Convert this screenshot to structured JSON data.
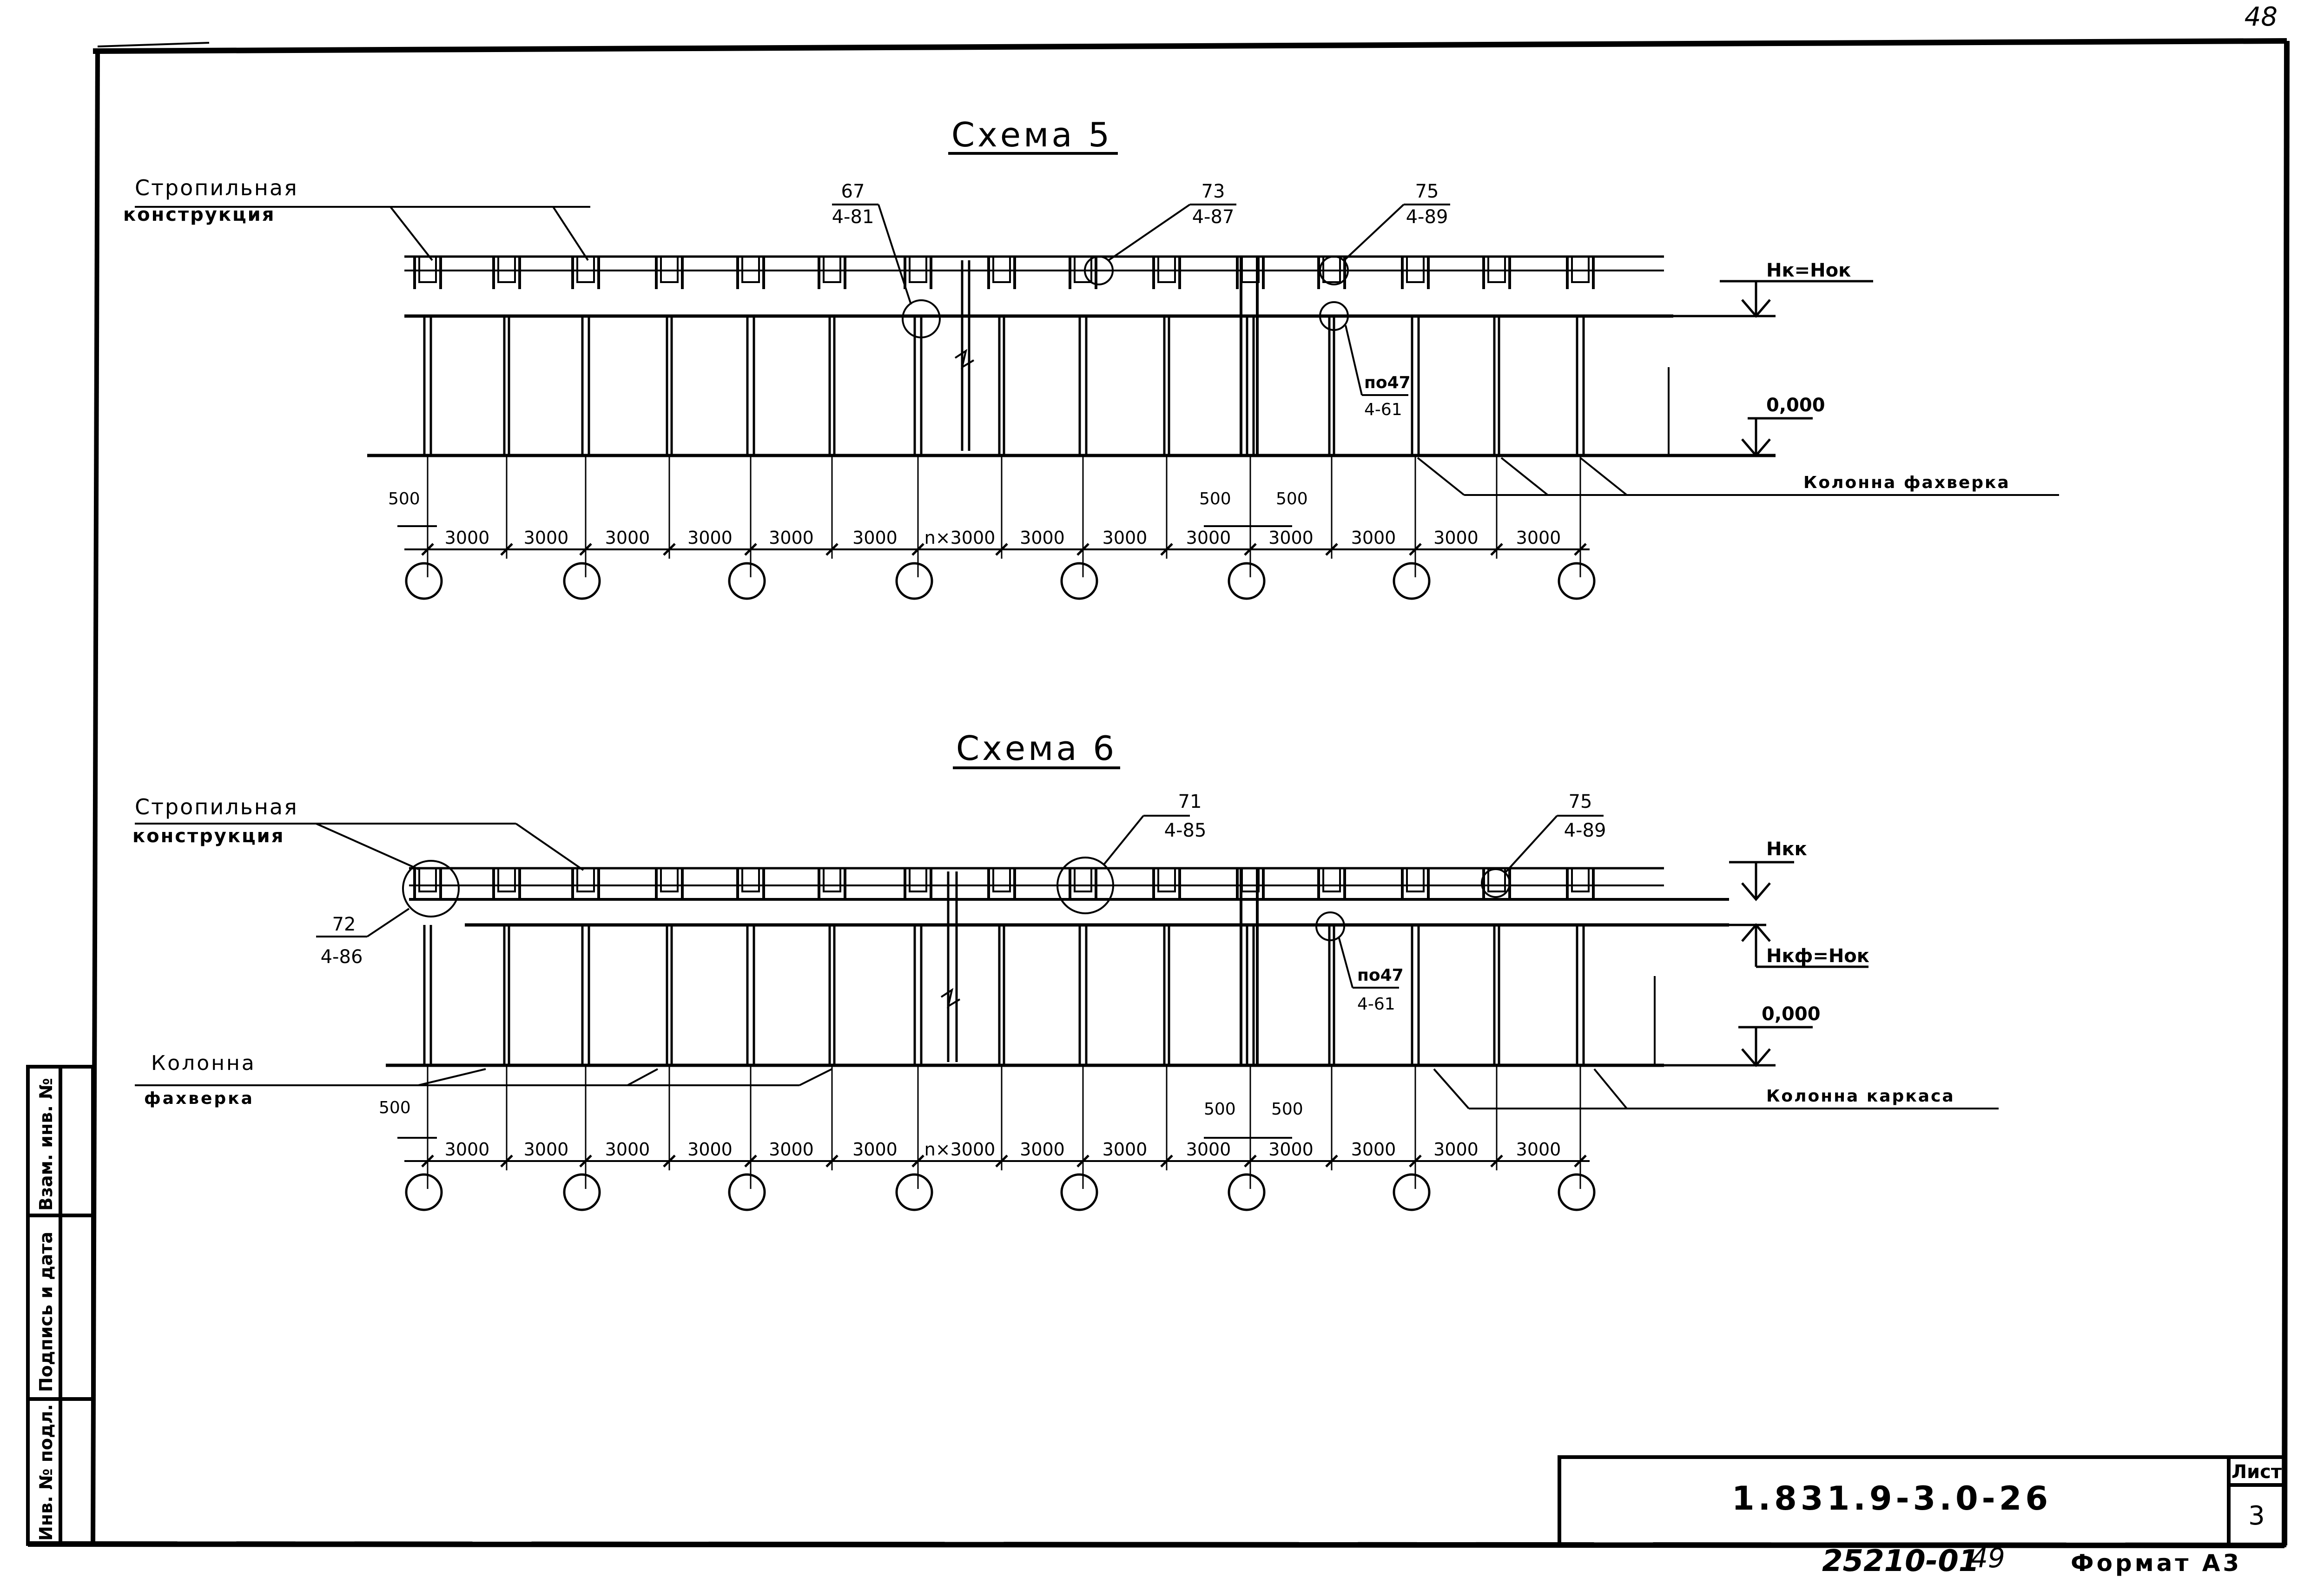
{
  "sheet": {
    "page_number": "48",
    "document_code": "1.831.9-3.0-26",
    "sheet_label": "Лист",
    "sheet_number": "3",
    "bottom_code": "25210-01",
    "bottom_num": "49",
    "format": "Формат А3"
  },
  "stamp": {
    "inv_podl": "Инв. № подл.",
    "signature_date": "Подпись и дата",
    "vzam_inv": "Взам. инв. №"
  },
  "scheme5": {
    "title": "Схема 5",
    "rafter_label_1": "Стропильная",
    "rafter_label_2": "конструкция",
    "node_67_top": "67",
    "node_67_bottom": "4-81",
    "node_73_top": "73",
    "node_73_bottom": "4-87",
    "node_75_top": "75",
    "node_75_bottom": "4-89",
    "node_47_top": "по47",
    "node_47_bottom": "4-61",
    "level_top": "Нк=Нок",
    "level_zero": "0,000",
    "column_label": "Колонна фахверка",
    "dim_500_left": "500",
    "dim_500_mid_a": "500",
    "dim_500_mid_b": "500",
    "spans": [
      "3000",
      "3000",
      "3000",
      "3000",
      "3000",
      "3000",
      "n×3000",
      "3000",
      "3000",
      "3000",
      "3000",
      "3000",
      "3000",
      "3000"
    ]
  },
  "scheme6": {
    "title": "Схема 6",
    "rafter_label_1": "Стропильная",
    "rafter_label_2": "конструкция",
    "node_71_top": "71",
    "node_71_bottom": "4-85",
    "node_75_top": "75",
    "node_75_bottom": "4-89",
    "node_72_top": "72",
    "node_72_bottom": "4-86",
    "node_47_top": "по47",
    "node_47_bottom": "4-61",
    "level_top": "Нкк",
    "level_mid": "Нкф=Нок",
    "level_zero": "0,000",
    "column_f_label_1": "Колонна",
    "column_f_label_2": "фахверка",
    "column_k_label": "Колонна каркаса",
    "dim_500_left": "500",
    "dim_500_mid_a": "500",
    "dim_500_mid_b": "500",
    "spans": [
      "3000",
      "3000",
      "3000",
      "3000",
      "3000",
      "3000",
      "n×3000",
      "3000",
      "3000",
      "3000",
      "3000",
      "3000",
      "3000",
      "3000"
    ]
  }
}
